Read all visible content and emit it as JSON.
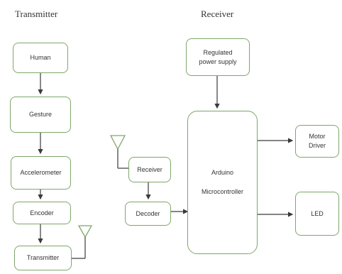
{
  "headings": {
    "transmitter": "Transmitter",
    "receiver": "Receiver"
  },
  "colors": {
    "box_border": "#7fa66a",
    "line": "#3a3a3a"
  },
  "transmitter_blocks": {
    "human": "Human",
    "gesture": "Gesture",
    "accelerometer": "Accelerometer",
    "encoder": "Encoder",
    "transmitter": "Transmitter"
  },
  "receiver_blocks": {
    "power_supply_line1": "Regulated",
    "power_supply_line2": "power supply",
    "receiver": "Receiver",
    "decoder": "Decoder",
    "mcu_line1": "Arduino",
    "mcu_line2": "Microcontroller",
    "motor_driver_line1": "Motor",
    "motor_driver_line2": "Driver",
    "led": "LED"
  }
}
